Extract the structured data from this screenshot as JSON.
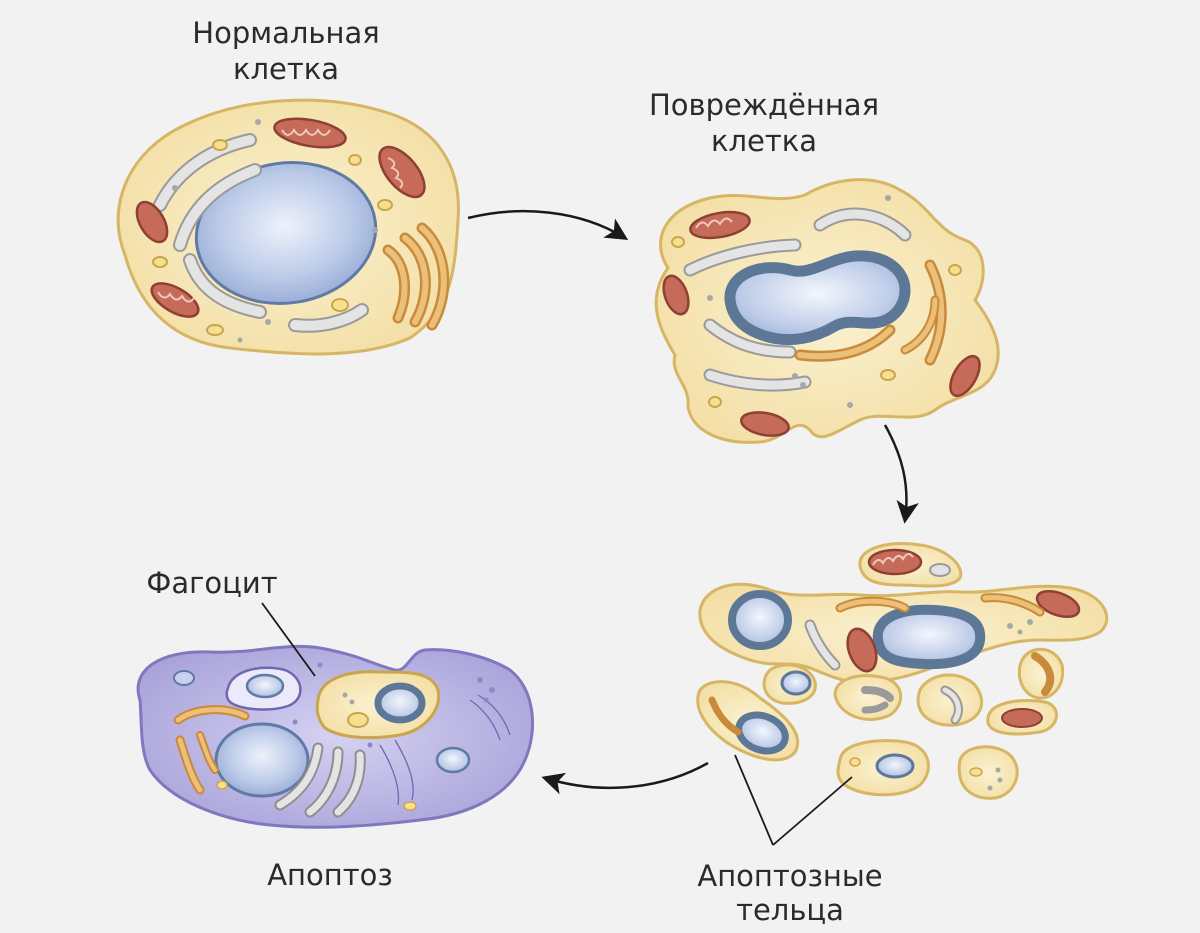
{
  "labels": {
    "normal_cell": [
      "Нормальная",
      "клетка"
    ],
    "damaged_cell": [
      "Повреждённая",
      "клетка"
    ],
    "phagocyte": "Фагоцит",
    "apoptosis": "Апоптоз",
    "apoptotic_bodies": [
      "Апоптозные",
      "тельца"
    ]
  },
  "colors": {
    "background": "#f2f2f2",
    "cytoplasm": "#f7e8b8",
    "membrane": "#d8b766",
    "nucleus": "#a9bbe0",
    "nucleus_damaged_rim": "#5d7897",
    "mitochondria": "#c8695a",
    "er": "#dcdcdc",
    "golgi": "#e3a95c",
    "phagocyte": "#b9b4e2",
    "arrow": "#1a1a1a"
  }
}
